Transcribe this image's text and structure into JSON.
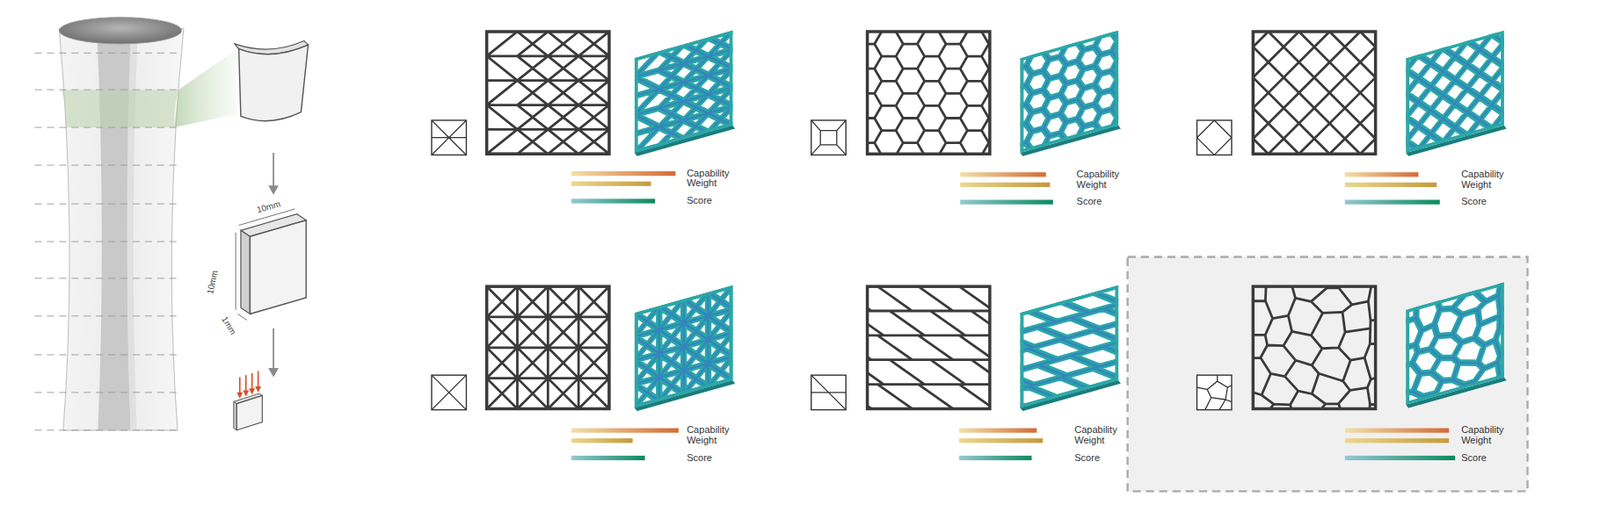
{
  "diagram": {
    "labels": [
      "10mm",
      "10mm",
      "1mm",
      "Capability",
      "Weight",
      "Score",
      "Capability",
      "Weight",
      "Score",
      "Capability",
      "Weight",
      "Score",
      "Capability",
      "Weight",
      "Score",
      "Capability",
      "Weight",
      "Score",
      "Capability",
      "Weight",
      "Score"
    ]
  }
}
